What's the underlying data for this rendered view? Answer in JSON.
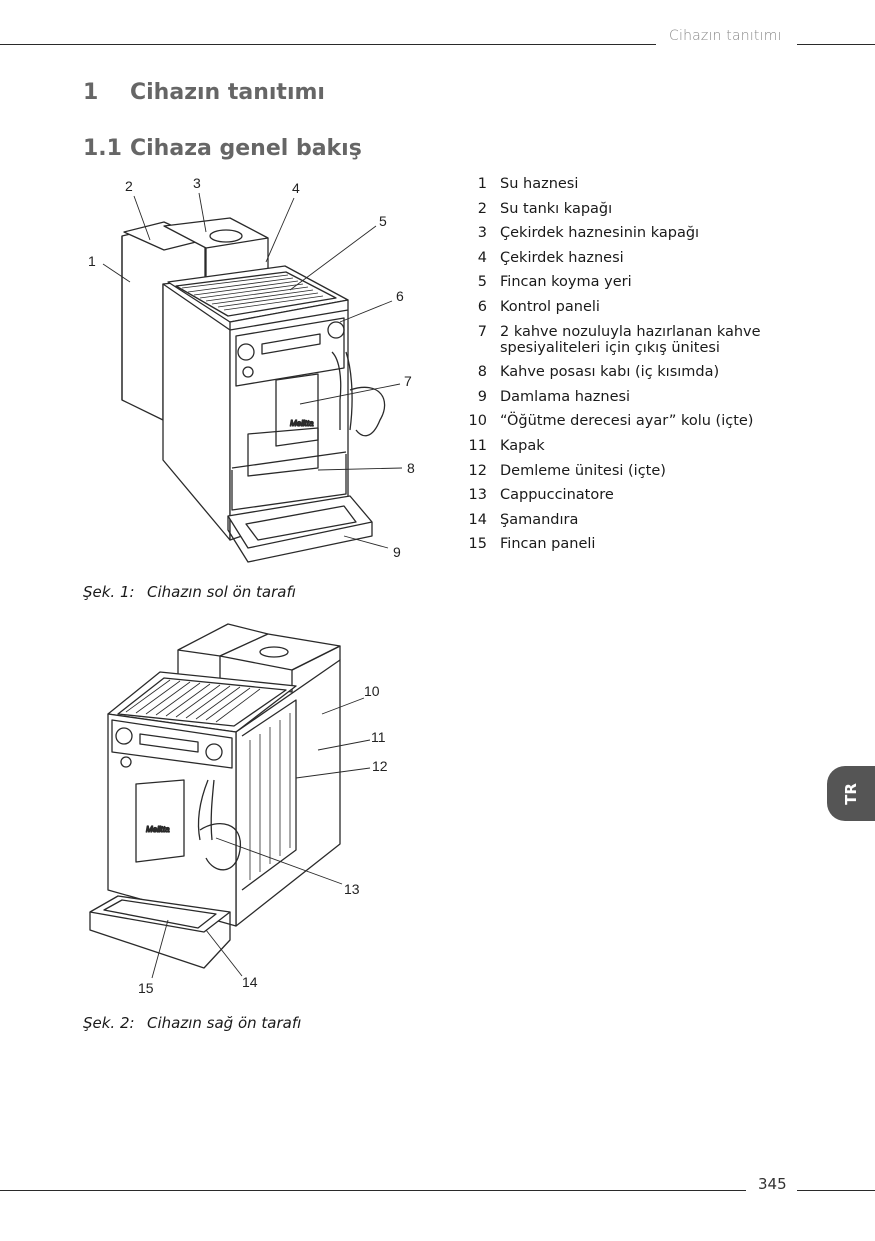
{
  "header": {
    "title": "Cihazın tanıtımı"
  },
  "footer": {
    "page_number": "345"
  },
  "section": {
    "number": "1",
    "title": "Cihazın tanıtımı"
  },
  "subsection": {
    "number": "1.1",
    "title": "Cihaza genel bakış"
  },
  "legend": [
    {
      "num": "1",
      "text": "Su haznesi"
    },
    {
      "num": "2",
      "text": "Su tankı kapağı"
    },
    {
      "num": "3",
      "text": "Çekirdek haznesinin kapağı"
    },
    {
      "num": "4",
      "text": "Çekirdek haznesi"
    },
    {
      "num": "5",
      "text": "Fincan koyma yeri"
    },
    {
      "num": "6",
      "text": "Kontrol paneli"
    },
    {
      "num": "7",
      "text": "2 kahve nozuluyla hazırlanan kahve spesiyaliteleri için çıkış ünitesi"
    },
    {
      "num": "8",
      "text": "Kahve posası kabı (iç kısımda)"
    },
    {
      "num": "9",
      "text": "Damlama haznesi"
    },
    {
      "num": "10",
      "text": "“Öğütme derecesi ayar” kolu (içte)"
    },
    {
      "num": "11",
      "text": "Kapak"
    },
    {
      "num": "12",
      "text": "Demleme ünitesi (içte)"
    },
    {
      "num": "13",
      "text": "Cappuccinatore"
    },
    {
      "num": "14",
      "text": "Şamandıra"
    },
    {
      "num": "15",
      "text": "Fincan paneli"
    }
  ],
  "figure1": {
    "label": "Şek. 1:",
    "caption": "Cihazın sol ön tarafı",
    "callouts": [
      "1",
      "2",
      "3",
      "4",
      "5",
      "6",
      "7",
      "8",
      "9"
    ]
  },
  "figure2": {
    "label": "Şek. 2:",
    "caption": "Cihazın sağ ön tarafı",
    "callouts": [
      "10",
      "11",
      "12",
      "13",
      "14",
      "15"
    ]
  },
  "language_tab": "TR"
}
